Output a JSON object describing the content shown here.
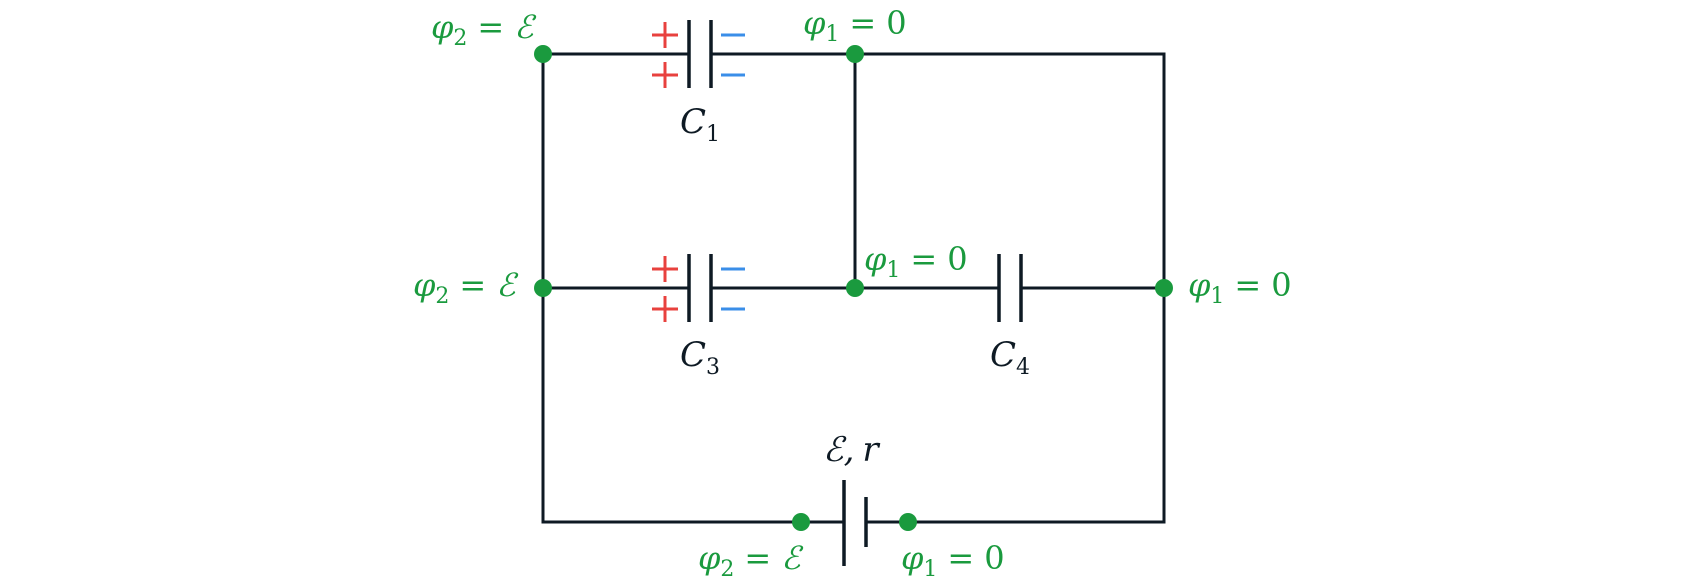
{
  "colors": {
    "wire": "#0e1a24",
    "node": "#1a9a3e",
    "potential_label": "#1a9a3e",
    "plus_sign": "#e8413e",
    "minus_sign": "#3a8ee8"
  },
  "capacitors": [
    {
      "id": "C1",
      "symbol": "C",
      "subscript": "1",
      "charged": true
    },
    {
      "id": "C3",
      "symbol": "C",
      "subscript": "3",
      "charged": true
    },
    {
      "id": "C4",
      "symbol": "C",
      "subscript": "4",
      "charged": false
    }
  ],
  "source": {
    "emf_symbol": "ℰ",
    "separator": ",",
    "resistance_symbol": "r"
  },
  "potentials": {
    "high": {
      "phi": "φ",
      "subscript": "2",
      "equals": "=",
      "value": "ℰ"
    },
    "low": {
      "phi": "φ",
      "subscript": "1",
      "equals": "=",
      "value": "0"
    }
  }
}
